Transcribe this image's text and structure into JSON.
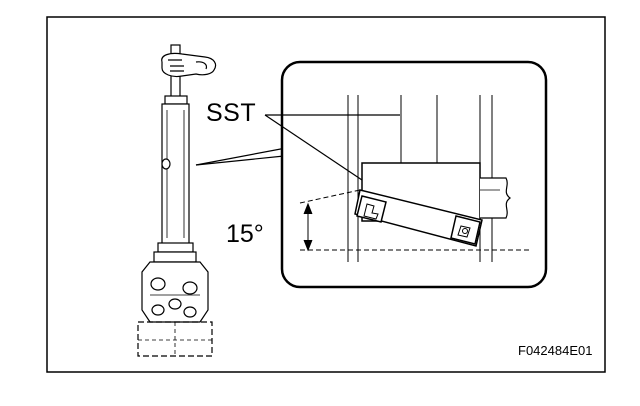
{
  "labels": {
    "tool": "SST",
    "angle": "15°",
    "figure_code": "F042484E01"
  },
  "colors": {
    "line": "#000000",
    "background": "#ffffff",
    "inset_fill": "#ffffff"
  },
  "icons": [
    "steering-column-illustration",
    "hand-icon",
    "sst-tool-illustration",
    "angle-dimension-icon"
  ]
}
